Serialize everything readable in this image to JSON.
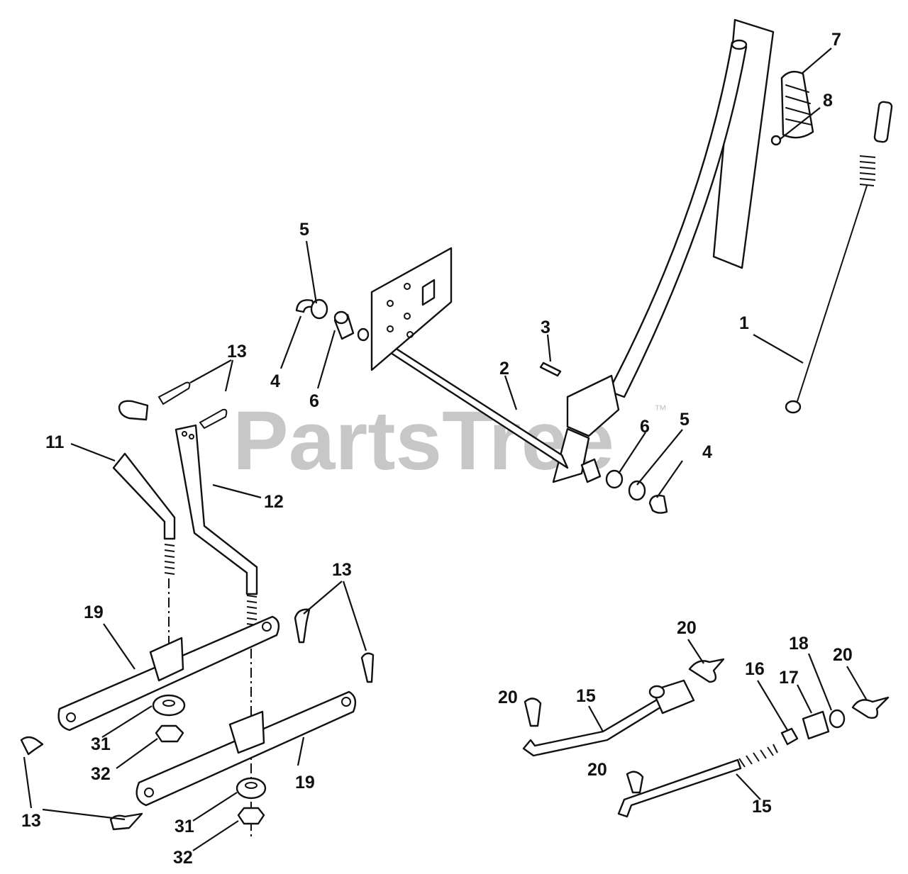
{
  "watermark": {
    "text": "PartsTree",
    "mark": "™"
  },
  "callouts": {
    "c1": "1",
    "c2": "2",
    "c3": "3",
    "c4a": "4",
    "c4b": "4",
    "c5a": "5",
    "c5b": "5",
    "c6a": "6",
    "c6b": "6",
    "c7": "7",
    "c8": "8",
    "c11": "11",
    "c12": "12",
    "c13a": "13",
    "c13b": "13",
    "c13c": "13",
    "c15a": "15",
    "c15b": "15",
    "c16": "16",
    "c17": "17",
    "c18": "18",
    "c19a": "19",
    "c19b": "19",
    "c20a": "20",
    "c20b": "20",
    "c20c": "20",
    "c20d": "20",
    "c31a": "31",
    "c31b": "31",
    "c32a": "32",
    "c32b": "32"
  }
}
